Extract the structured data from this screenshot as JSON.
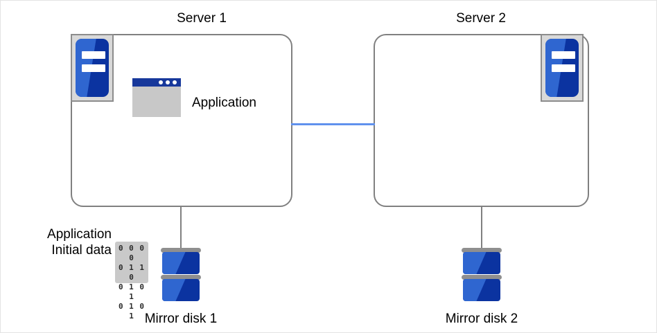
{
  "diagram": {
    "type": "mirror-disk-cluster-topology",
    "nodes": {
      "server1": {
        "title": "Server 1",
        "app_label": "Application",
        "server_icon_name": "server-machine-icon",
        "app_icon_name": "application-window-icon"
      },
      "server2": {
        "title": "Server 2",
        "server_icon_name": "server-machine-icon"
      },
      "disk1": {
        "label": "Mirror disk 1",
        "icon_name": "mirror-disk-icon"
      },
      "disk2": {
        "label": "Mirror disk 2",
        "icon_name": "mirror-disk-icon"
      },
      "initial_data": {
        "line1": "Application",
        "line2": "Initial data",
        "icon_name": "binary-data-icon",
        "rows": [
          "0 0 0 0",
          "0 1 1 0",
          "0 1 0 1",
          "0 1 0 1"
        ]
      }
    },
    "connections": {
      "interconnect_name": "server-to-server-interconnect",
      "s1_disk_name": "server1-to-disk1-connector",
      "s2_disk_name": "server2-to-disk2-connector"
    },
    "colors": {
      "box_border": "#808080",
      "interconnect": "#6091ed",
      "icon_blue_light": "#2f66d0",
      "icon_blue_dark": "#0b33a0",
      "icon_gray": "#c8c8c8",
      "titlebar_blue": "#17389b",
      "text": "#000000"
    }
  }
}
